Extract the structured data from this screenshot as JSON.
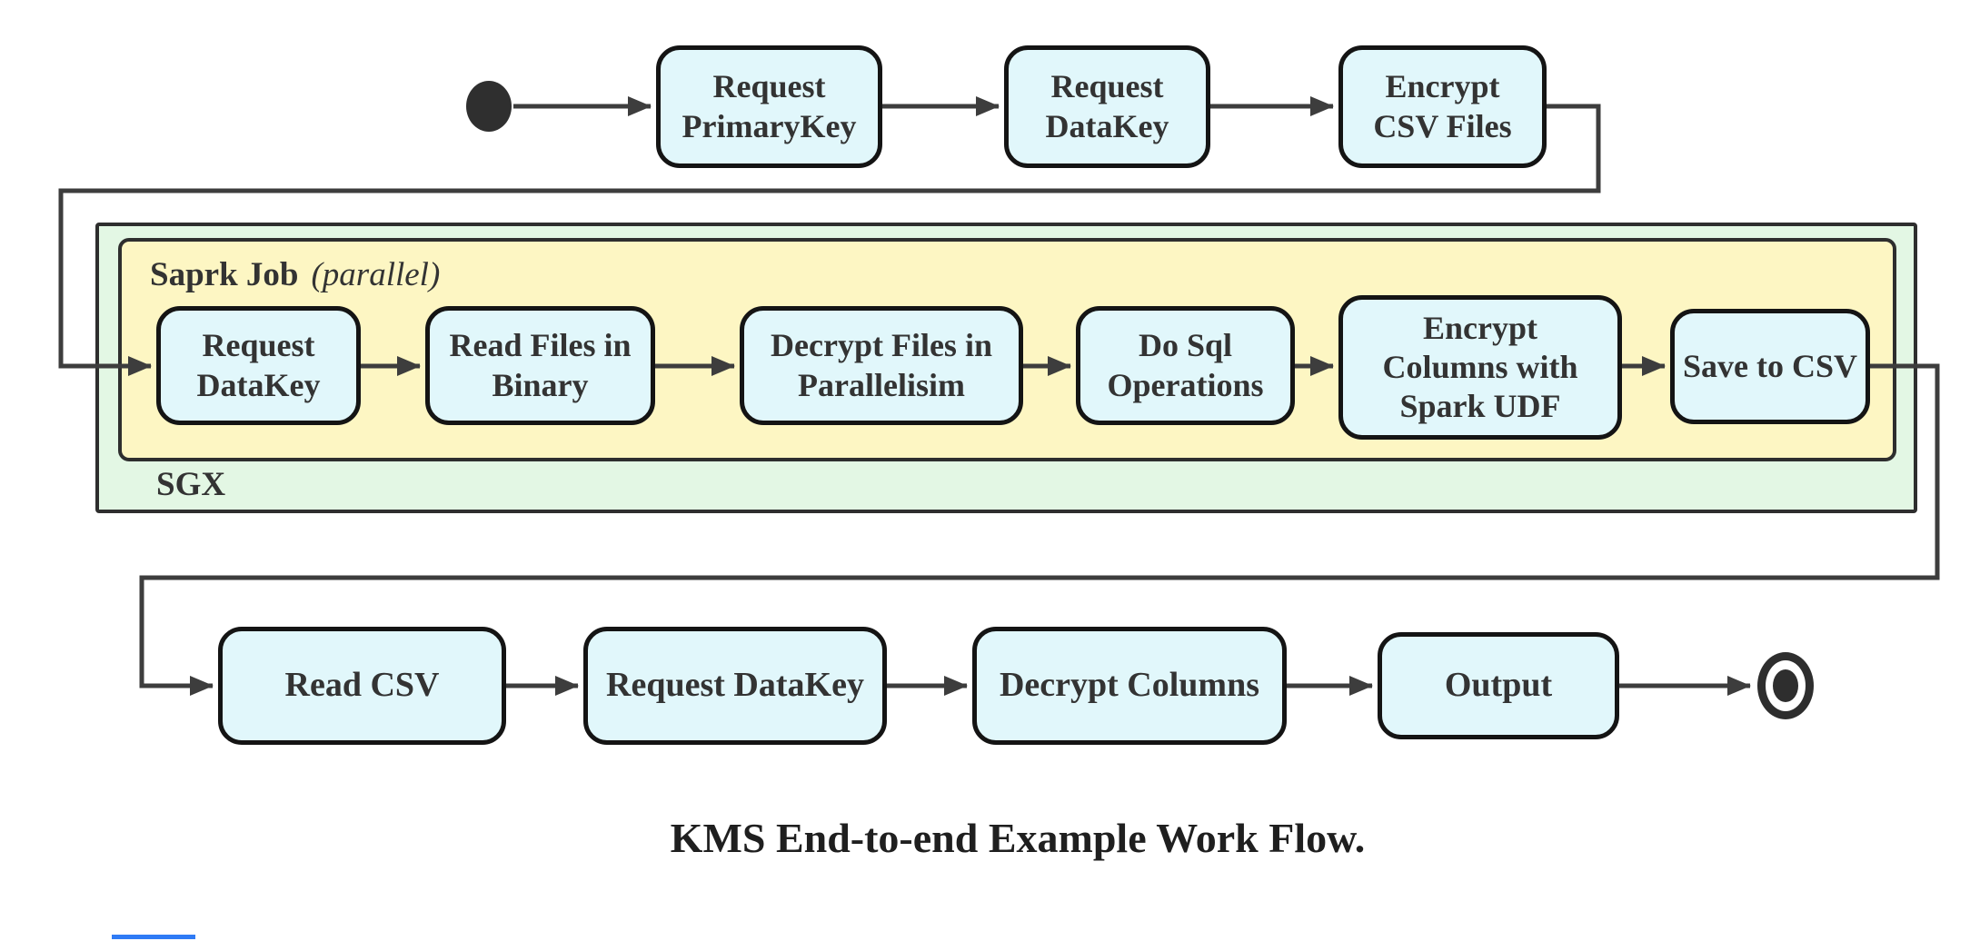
{
  "diagram": {
    "title": "KMS End-to-end Example Work Flow.",
    "containers": {
      "spark_label": "Saprk Job",
      "spark_note": "(parallel)",
      "sgx_label": "SGX"
    },
    "icons": {
      "start": "start-state-dot",
      "end": "end-state-ring"
    },
    "top_row": [
      {
        "label": "Request\nPrimaryKey"
      },
      {
        "label": "Request\nDataKey"
      },
      {
        "label": "Encrypt\nCSV Files"
      }
    ],
    "spark_row": [
      {
        "label": "Request\nDataKey"
      },
      {
        "label": "Read Files in\nBinary"
      },
      {
        "label": "Decrypt Files in\nParallelisim"
      },
      {
        "label": "Do Sql\nOperations"
      },
      {
        "label": "Encrypt\nColumns with\nSpark UDF"
      },
      {
        "label": "Save to CSV"
      }
    ],
    "bottom_row": [
      {
        "label": "Read CSV"
      },
      {
        "label": "Request DataKey"
      },
      {
        "label": "Decrypt Columns"
      },
      {
        "label": "Output"
      }
    ],
    "colors": {
      "node_fill": "#e1f7fb",
      "node_border": "#141414",
      "spark_fill": "#fdf6c3",
      "sgx_fill": "#e3f7e4",
      "container_border": "#2e2e2e",
      "line": "#3d3d3d",
      "text": "#333333",
      "title_text": "#1f1f1f",
      "accent_line": "#2f7bf5"
    }
  }
}
